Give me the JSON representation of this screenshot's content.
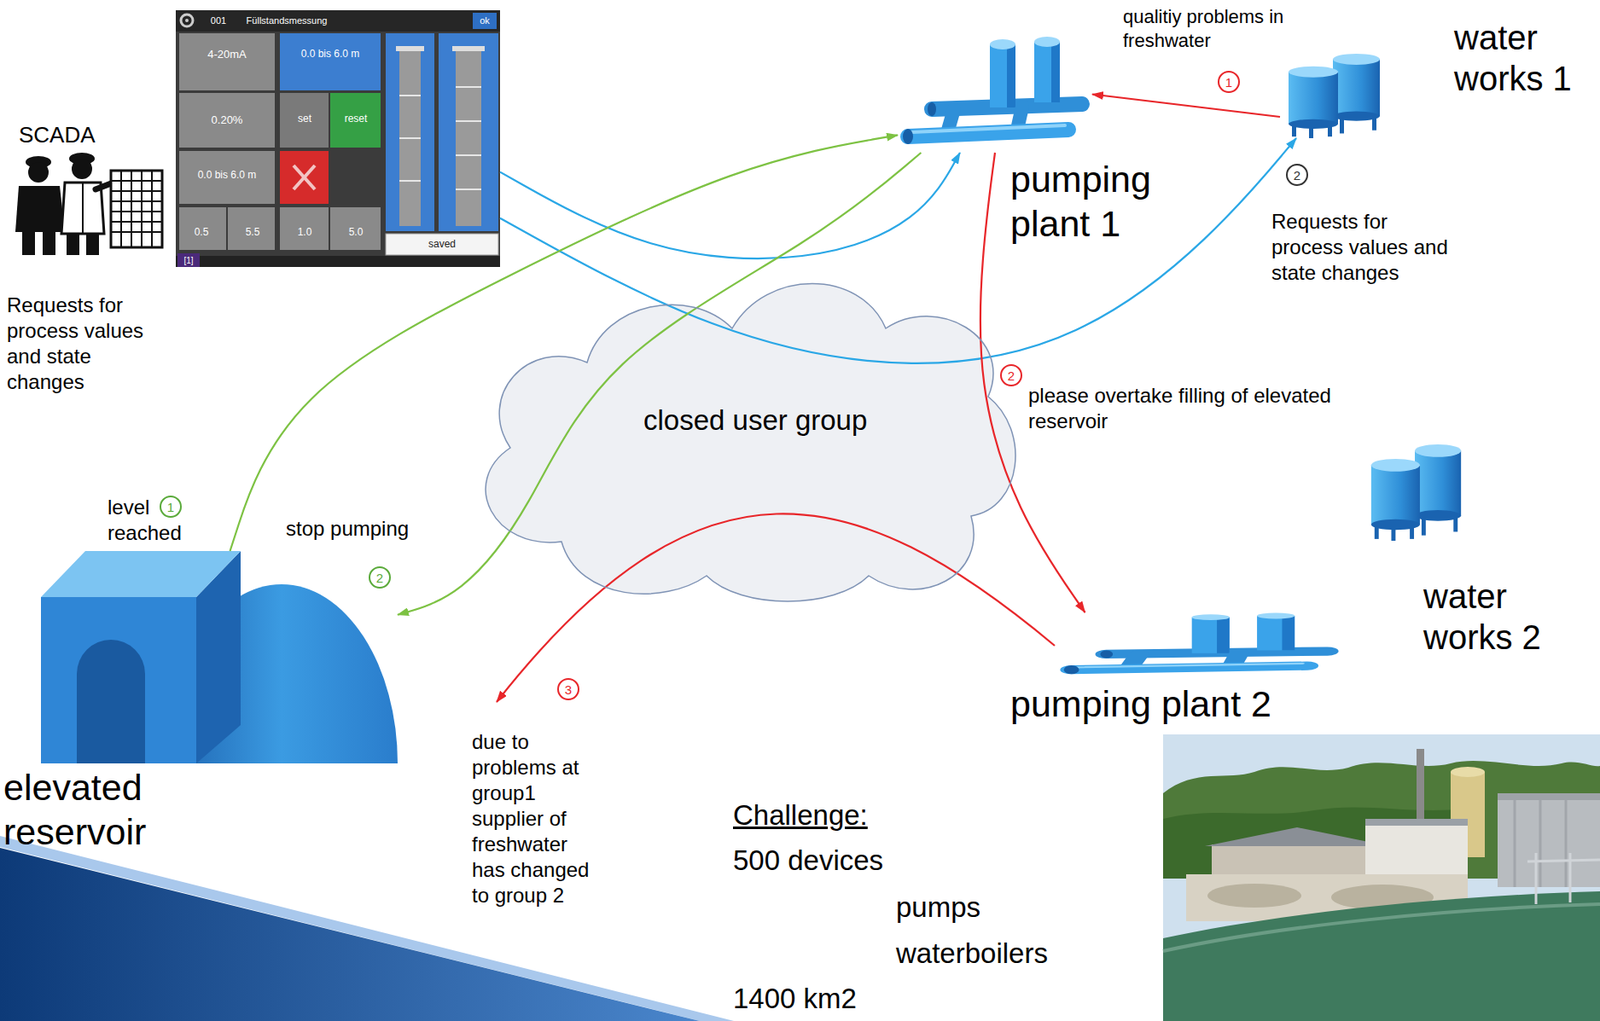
{
  "diagram": {
    "nodes": [
      {
        "text": [
          "SCADA"
        ]
      },
      {
        "text": [
          "pumping plant 1"
        ]
      },
      {
        "text": [
          "water works 1"
        ]
      },
      {
        "text": [
          "closed user group"
        ]
      },
      {
        "text": [
          "elevated reservoir"
        ]
      },
      {
        "text": [
          "water works 2"
        ]
      },
      {
        "text": [
          "pumping plant 2"
        ]
      }
    ],
    "edges": [
      {
        "from": 0,
        "to": 1,
        "arrow": "to"
      },
      {
        "from": 0,
        "to": 2,
        "arrow": "to"
      },
      {
        "from": 2,
        "to": 1,
        "arrow": "to",
        "label": "qualitiy problems in freshwater"
      },
      {
        "from": 1,
        "to": 6,
        "arrow": "to",
        "label": "please overtake filling of elevated reservoir"
      },
      {
        "from": 4,
        "to": 1,
        "arrow": "to",
        "label": "level reached"
      },
      {
        "from": 1,
        "to": 4,
        "arrow": "to",
        "label": "stop pumping"
      }
    ],
    "labels": [
      "Requests for process values and state changes",
      "1",
      "2",
      "Requests for process values and state changes",
      "2",
      "1",
      "2",
      "3",
      "due to problems at group1 supplier of freshwater has changed to group 2",
      "Challenge:",
      "500 devices",
      "pumps",
      "waterboilers",
      "1400 km2",
      "001",
      "Füllstandsmessung",
      "ok",
      "4-20mA",
      "0.0 bis 6.0 m",
      "0.20%",
      "set",
      "reset",
      "0.0 bis 6.0 m",
      "0.5",
      "5.5",
      "1.0",
      "5.0",
      "saved",
      "[1]"
    ]
  }
}
